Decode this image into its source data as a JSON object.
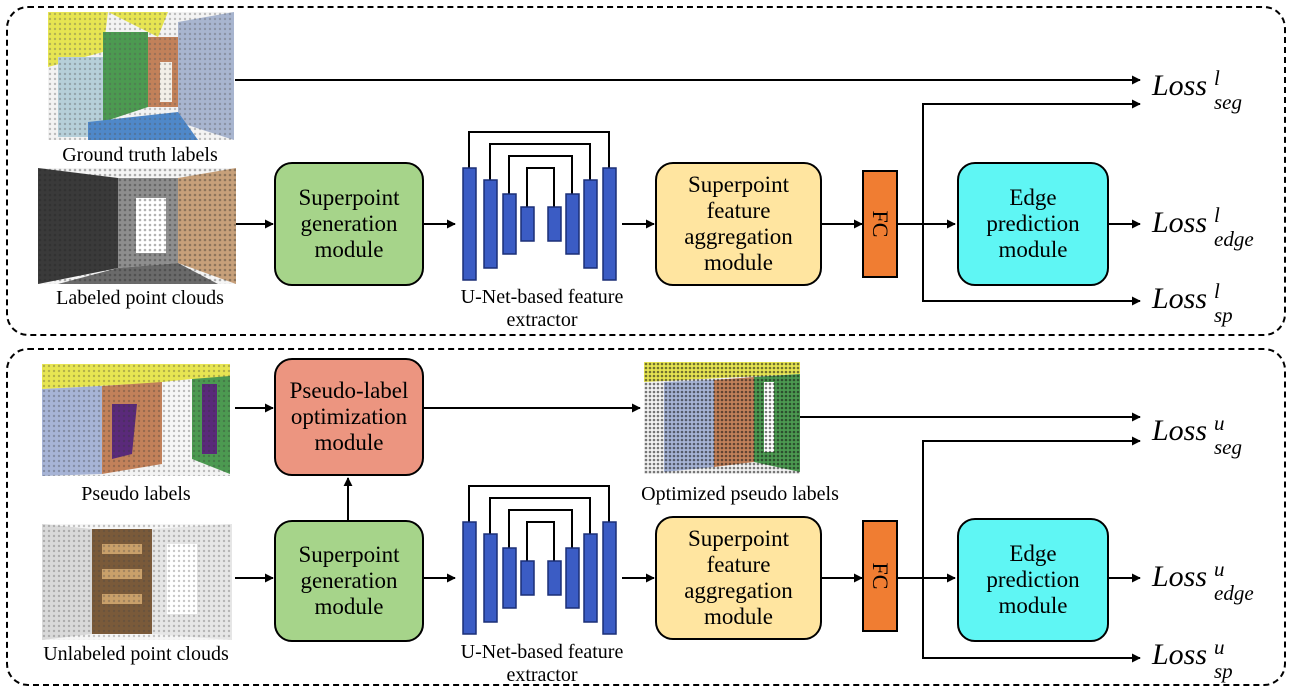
{
  "labeled": {
    "gt_caption": "Ground truth labels",
    "pc_caption": "Labeled point clouds",
    "superpoint_generation": "Superpoint\ngeneration\nmodule",
    "unet_caption": "U-Net-based feature\nextractor",
    "aggregation": "Superpoint\nfeature\naggregation\nmodule",
    "fc": "FC",
    "edge": "Edge\nprediction\nmodule",
    "losses": [
      {
        "base": "Loss",
        "sup": "l",
        "sub": "seg"
      },
      {
        "base": "Loss",
        "sup": "l",
        "sub": "edge"
      },
      {
        "base": "Loss",
        "sup": "l",
        "sub": "sp"
      }
    ]
  },
  "unlabeled": {
    "pseudo_caption": "Pseudo labels",
    "pc_caption": "Unlabeled point clouds",
    "optimization": "Pseudo-label\noptimization\nmodule",
    "optimized_caption": "Optimized pseudo labels",
    "superpoint_generation": "Superpoint\ngeneration\nmodule",
    "unet_caption": "U-Net-based feature\nextractor",
    "aggregation": "Superpoint\nfeature\naggregation\nmodule",
    "fc": "FC",
    "edge": "Edge\nprediction\nmodule",
    "losses": [
      {
        "base": "Loss",
        "sup": "u",
        "sub": "seg"
      },
      {
        "base": "Loss",
        "sup": "u",
        "sub": "edge"
      },
      {
        "base": "Loss",
        "sup": "u",
        "sub": "sp"
      }
    ]
  },
  "colors": {
    "generation": "#a6d48a",
    "aggregation": "#ffe5a0",
    "edge": "#5ff6f4",
    "optimization": "#ec9580",
    "fc": "#f07d32",
    "unet_bar": "#3b5cc4"
  }
}
